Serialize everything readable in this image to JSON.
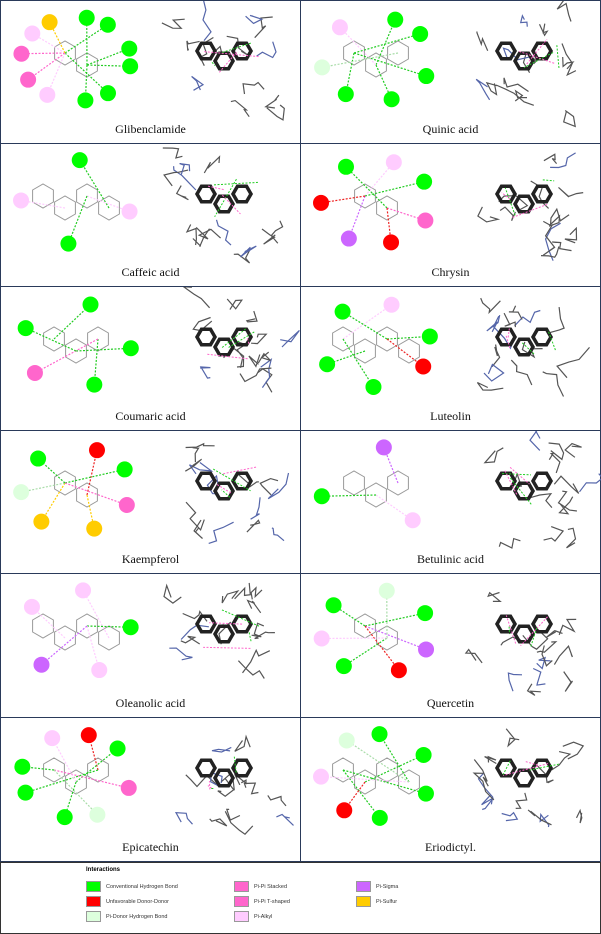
{
  "panels": [
    {
      "name": "Glibenclamide",
      "residues": [
        "hb",
        "hb",
        "hb",
        "hb",
        "hb",
        "hb",
        "alkyl",
        "stack",
        "stack",
        "alkyl",
        "sulfur"
      ]
    },
    {
      "name": "Quinic acid",
      "residues": [
        "hb",
        "hb",
        "hb",
        "hb",
        "hb",
        "donor",
        "alkyl"
      ]
    },
    {
      "name": "Caffeic acid",
      "residues": [
        "hb",
        "alkyl",
        "hb",
        "alkyl"
      ]
    },
    {
      "name": "Chrysin",
      "residues": [
        "alkyl",
        "hb",
        "stack",
        "unfav",
        "sigma",
        "unfav",
        "hb"
      ]
    },
    {
      "name": "Coumaric acid",
      "residues": [
        "hb",
        "hb",
        "hb",
        "stack",
        "hb"
      ]
    },
    {
      "name": "Luteolin",
      "residues": [
        "alkyl",
        "hb",
        "unfav",
        "hb",
        "hb",
        "hb"
      ]
    },
    {
      "name": "Kaempferol",
      "residues": [
        "unfav",
        "hb",
        "stack",
        "sulfur",
        "sulfur",
        "donor",
        "hb"
      ]
    },
    {
      "name": "Betulinic acid",
      "residues": [
        "sigma",
        "alkyl",
        "hb"
      ]
    },
    {
      "name": "Oleanolic acid",
      "residues": [
        "alkyl",
        "hb",
        "alkyl",
        "sigma",
        "alkyl"
      ]
    },
    {
      "name": "Quercetin",
      "residues": [
        "donor",
        "hb",
        "sigma",
        "unfav",
        "hb",
        "alkyl",
        "hb"
      ]
    },
    {
      "name": "Epicatechin",
      "residues": [
        "unfav",
        "hb",
        "stack",
        "donor",
        "hb",
        "hb",
        "hb",
        "alkyl"
      ]
    },
    {
      "name": "Eriodictyl.",
      "residues": [
        "hb",
        "hb",
        "hb",
        "hb",
        "unfav",
        "alkyl",
        "donor"
      ]
    }
  ],
  "legend": {
    "title": "Interactions",
    "items": [
      {
        "key": "hb",
        "label": "Conventional Hydrogen Bond",
        "color": "#00ff00"
      },
      {
        "key": "unfav",
        "label": "Unfavorable Donor-Donor",
        "color": "#ff0000"
      },
      {
        "key": "donor",
        "label": "Pi-Donor Hydrogen Bond",
        "color": "#ddffdd"
      },
      {
        "key": "stack",
        "label": "Pi-Pi Stacked",
        "color": "#ff66cc"
      },
      {
        "key": "tshaped",
        "label": "Pi-Pi T-shaped",
        "color": "#ff66cc"
      },
      {
        "key": "alkyl",
        "label": "Pi-Alkyl",
        "color": "#ffccff"
      },
      {
        "key": "sigma",
        "label": "Pi-Sigma",
        "color": "#cc66ff"
      },
      {
        "key": "sulfur",
        "label": "Pi-Sulfur",
        "color": "#ffcc00"
      }
    ]
  }
}
